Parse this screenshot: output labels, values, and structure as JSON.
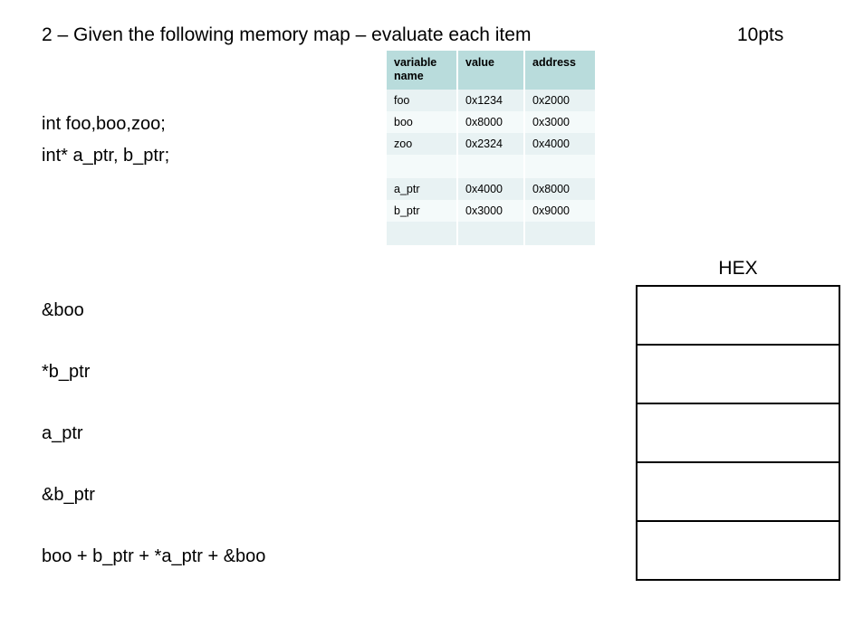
{
  "header": {
    "question_title": "2 – Given the following memory map – evaluate each item",
    "points": "10pts"
  },
  "declarations": {
    "lines": [
      "int foo,boo,zoo;",
      "int* a_ptr, b_ptr;"
    ]
  },
  "memory_map": {
    "columns": [
      "variable name",
      "value",
      "address"
    ],
    "rows": [
      {
        "name": "foo",
        "value": "0x1234",
        "address": "0x2000"
      },
      {
        "name": "boo",
        "value": "0x8000",
        "address": "0x3000"
      },
      {
        "name": "zoo",
        "value": "0x2324",
        "address": "0x4000"
      },
      {
        "name": "",
        "value": "",
        "address": ""
      },
      {
        "name": "a_ptr",
        "value": "0x4000",
        "address": "0x8000"
      },
      {
        "name": "b_ptr",
        "value": "0x3000",
        "address": "0x9000"
      },
      {
        "name": "",
        "value": "",
        "address": ""
      }
    ]
  },
  "expressions": [
    "&boo",
    "*b_ptr",
    "a_ptr",
    "&b_ptr",
    "boo + b_ptr + *a_ptr + &boo"
  ],
  "answer_column": {
    "label": "HEX",
    "boxes": [
      "",
      "",
      "",
      "",
      ""
    ]
  },
  "colors": {
    "table_header_bg": "#b9dcdc",
    "table_row_odd_bg": "#e8f2f3",
    "table_row_even_bg": "#f4fafa",
    "box_border": "#000000",
    "text": "#000000",
    "page_bg": "#ffffff"
  }
}
